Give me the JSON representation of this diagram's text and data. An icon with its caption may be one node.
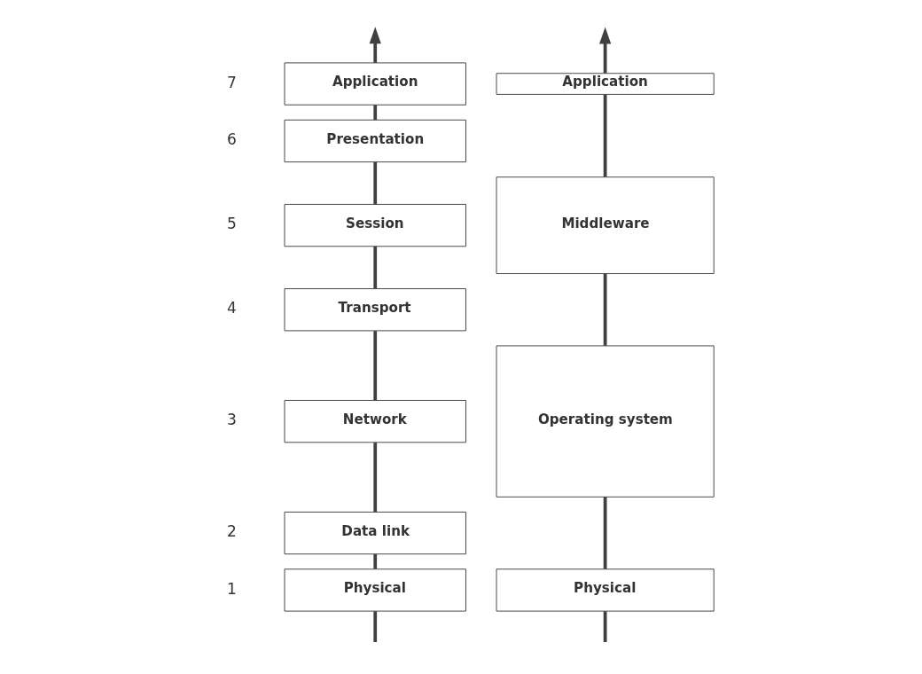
{
  "diagram": {
    "nodes": [
      {
        "text": [
          "Application"
        ],
        "beside": [
          "7"
        ]
      },
      {
        "text": [
          "Presentation"
        ],
        "beside": [
          "6"
        ]
      },
      {
        "text": [
          "Session"
        ],
        "beside": [
          "5"
        ]
      },
      {
        "text": [
          "Transport"
        ],
        "beside": [
          "4"
        ]
      },
      {
        "text": [
          "Network"
        ],
        "beside": [
          "3"
        ]
      },
      {
        "text": [
          "Data link"
        ],
        "beside": [
          "2"
        ]
      },
      {
        "text": [
          "Physical"
        ],
        "beside": [
          "1"
        ]
      },
      {
        "text": [
          "Application"
        ]
      },
      {
        "text": [
          "Middleware"
        ]
      },
      {
        "text": [
          "Operating system"
        ]
      },
      {
        "text": [
          "Physical"
        ]
      }
    ],
    "edges": [
      {
        "from": null,
        "to": 6,
        "arrow": "none"
      },
      {
        "from": 6,
        "to": 5,
        "arrow": "none"
      },
      {
        "from": 5,
        "to": 4,
        "arrow": "none"
      },
      {
        "from": 4,
        "to": 3,
        "arrow": "none"
      },
      {
        "from": 3,
        "to": 2,
        "arrow": "none"
      },
      {
        "from": 2,
        "to": 1,
        "arrow": "none"
      },
      {
        "from": 1,
        "to": 0,
        "arrow": "none"
      },
      {
        "from": 0,
        "to": null,
        "arrow": "to"
      },
      {
        "from": null,
        "to": 10,
        "arrow": "none"
      },
      {
        "from": 10,
        "to": 9,
        "arrow": "none"
      },
      {
        "from": 9,
        "to": 8,
        "arrow": "none"
      },
      {
        "from": 8,
        "to": 7,
        "arrow": "none"
      },
      {
        "from": 7,
        "to": null,
        "arrow": "to"
      }
    ]
  }
}
